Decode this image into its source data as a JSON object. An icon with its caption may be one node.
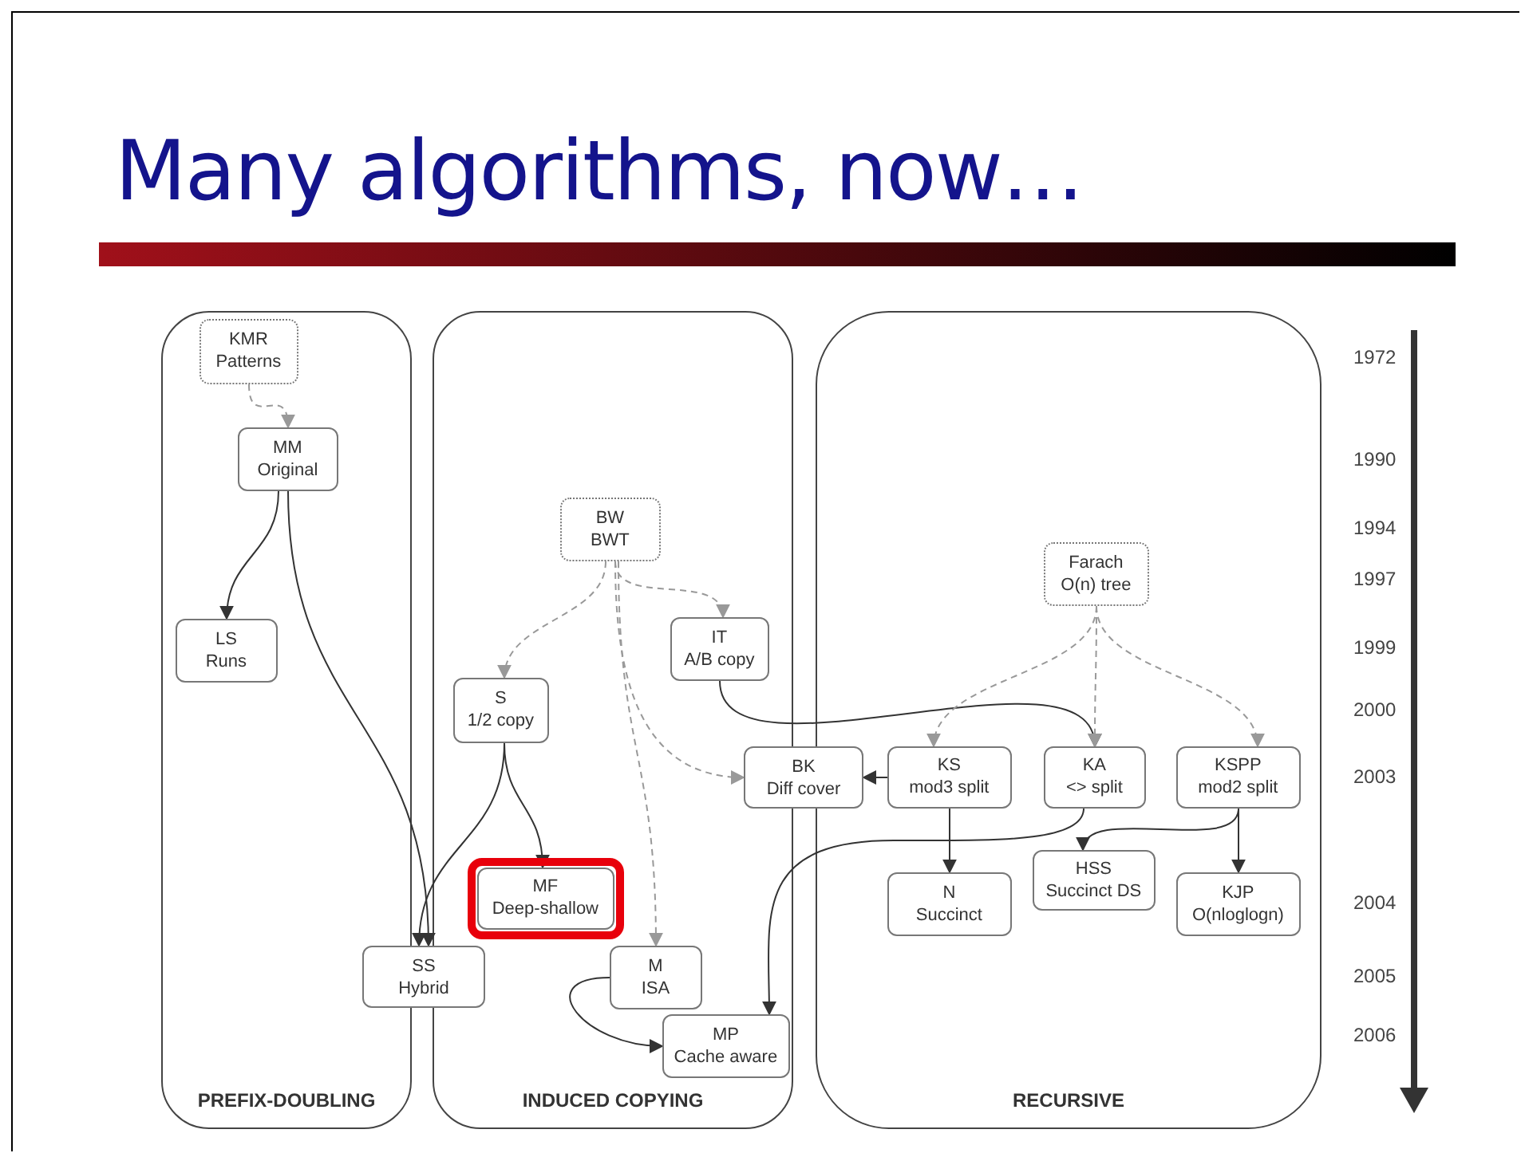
{
  "diagram": {
    "title": "Many algorithms, now…",
    "nodes": [
      {
        "text": [
          "PREFIX-DOUBLING"
        ]
      },
      {
        "text": [
          "INDUCED COPYING"
        ]
      },
      {
        "text": [
          "RECURSIVE"
        ]
      },
      {
        "text": [
          "KMR",
          "Patterns"
        ],
        "in": 0
      },
      {
        "text": [
          "MM",
          "Original"
        ],
        "in": 0
      },
      {
        "text": [
          "LS",
          "Runs"
        ],
        "in": 0
      },
      {
        "text": [
          "BW",
          "BWT"
        ],
        "in": 1
      },
      {
        "text": [
          "IT",
          "A/B copy"
        ],
        "in": 1
      },
      {
        "text": [
          "S",
          "1/2 copy"
        ],
        "in": 1
      },
      {
        "text": [
          "BK",
          "Diff cover"
        ]
      },
      {
        "text": [
          "KS",
          "mod3 split"
        ],
        "in": 2
      },
      {
        "text": [
          "KA",
          "<> split"
        ],
        "in": 2
      },
      {
        "text": [
          "KSPP",
          "mod2 split"
        ],
        "in": 2
      },
      {
        "text": [
          "N",
          "Succinct"
        ],
        "in": 2
      },
      {
        "text": [
          "HSS",
          "Succinct DS"
        ],
        "in": 2
      },
      {
        "text": [
          "KJP",
          "O(nloglogn)"
        ],
        "in": 2
      },
      {
        "text": [
          "MF",
          "Deep-shallow"
        ],
        "in": 1
      },
      {
        "text": [
          "SS",
          "Hybrid"
        ]
      },
      {
        "text": [
          "M",
          "ISA"
        ],
        "in": 1
      },
      {
        "text": [
          "MP",
          "Cache aware"
        ],
        "in": 1
      },
      {
        "text": [
          "Farach",
          "O(n) tree"
        ],
        "in": 2
      }
    ],
    "edges": [
      {
        "from": 3,
        "to": 4,
        "arrow": "to",
        "style": "dashed",
        "color": "#999999"
      },
      {
        "from": 4,
        "to": 5,
        "arrow": "to"
      },
      {
        "from": 4,
        "to": 17,
        "arrow": "to"
      },
      {
        "from": 6,
        "to": 8,
        "arrow": "to",
        "style": "dashed",
        "color": "#999999"
      },
      {
        "from": 6,
        "to": 7,
        "arrow": "to",
        "style": "dashed",
        "color": "#999999"
      },
      {
        "from": 6,
        "to": 9,
        "arrow": "to",
        "style": "dashed",
        "color": "#999999"
      },
      {
        "from": 6,
        "to": 18,
        "arrow": "to",
        "style": "dashed",
        "color": "#999999"
      },
      {
        "from": 7,
        "to": 11,
        "arrow": "to"
      },
      {
        "from": 8,
        "to": 17,
        "arrow": "to"
      },
      {
        "from": 8,
        "to": 16,
        "arrow": "to"
      },
      {
        "from": 10,
        "to": 9,
        "arrow": "to"
      },
      {
        "from": 20,
        "to": 10,
        "arrow": "to",
        "style": "dashed",
        "color": "#999999"
      },
      {
        "from": 20,
        "to": 11,
        "arrow": "to",
        "style": "dashed",
        "color": "#999999"
      },
      {
        "from": 20,
        "to": 12,
        "arrow": "to",
        "style": "dashed",
        "color": "#999999"
      },
      {
        "from": 10,
        "to": 13,
        "arrow": "to"
      },
      {
        "from": 11,
        "to": 19,
        "arrow": "to"
      },
      {
        "from": 12,
        "to": 14,
        "arrow": "to"
      },
      {
        "from": 12,
        "to": 15,
        "arrow": "to"
      },
      {
        "from": 18,
        "to": 19,
        "arrow": "to"
      }
    ],
    "labels": [
      "1972",
      "1990",
      "1994",
      "1997",
      "1999",
      "2000",
      "2003",
      "2004",
      "2005",
      "2006"
    ]
  }
}
